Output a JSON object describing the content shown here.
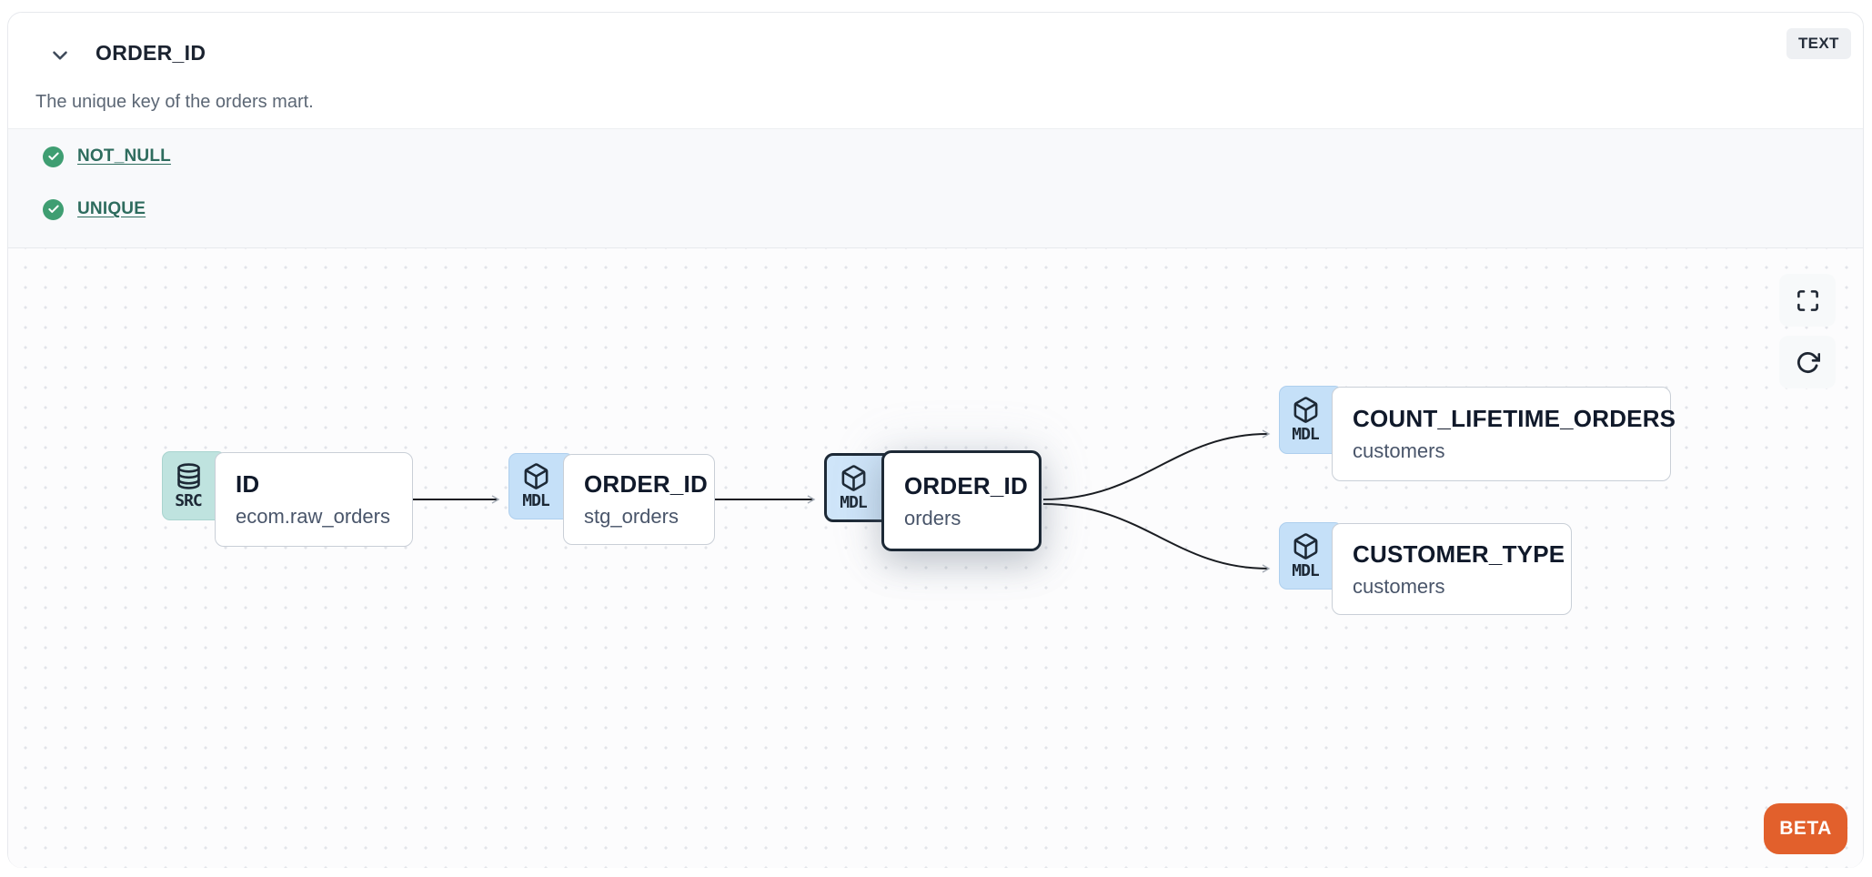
{
  "header": {
    "title": "ORDER_ID",
    "description": "The unique key of the orders mart.",
    "type_badge": "TEXT"
  },
  "tests": {
    "items": [
      {
        "status": "pass",
        "label": "NOT_NULL"
      },
      {
        "status": "pass",
        "label": "UNIQUE"
      }
    ]
  },
  "lineage": {
    "beta_label": "BETA",
    "controls": [
      {
        "name": "fullscreen"
      },
      {
        "name": "refresh"
      }
    ],
    "nodes": [
      {
        "kind": "SRC",
        "icon": "database",
        "title": "ID",
        "subtitle": "ecom.raw_orders",
        "selected": false
      },
      {
        "kind": "MDL",
        "icon": "cube",
        "title": "ORDER_ID",
        "subtitle": "stg_orders",
        "selected": false
      },
      {
        "kind": "MDL",
        "icon": "cube",
        "title": "ORDER_ID",
        "subtitle": "orders",
        "selected": true
      },
      {
        "kind": "MDL",
        "icon": "cube",
        "title": "COUNT_LIFETIME_ORDERS",
        "subtitle": "customers",
        "selected": false
      },
      {
        "kind": "MDL",
        "icon": "cube",
        "title": "CUSTOMER_TYPE",
        "subtitle": "customers",
        "selected": false
      }
    ],
    "edges": [
      {
        "from": "ID (ecom.raw_orders)",
        "to": "ORDER_ID (stg_orders)"
      },
      {
        "from": "ORDER_ID (stg_orders)",
        "to": "ORDER_ID (orders)"
      },
      {
        "from": "ORDER_ID (orders)",
        "to": "COUNT_LIFETIME_ORDERS (customers)"
      },
      {
        "from": "ORDER_ID (orders)",
        "to": "CUSTOMER_TYPE (customers)"
      }
    ]
  },
  "colors": {
    "src_badge": "#bfe3df",
    "mdl_badge": "#c5e0f8",
    "selected_border": "#1d2936",
    "test_pass_green": "#3f9e72",
    "test_link": "#2e6c5e",
    "beta_orange": "#e2602c"
  }
}
